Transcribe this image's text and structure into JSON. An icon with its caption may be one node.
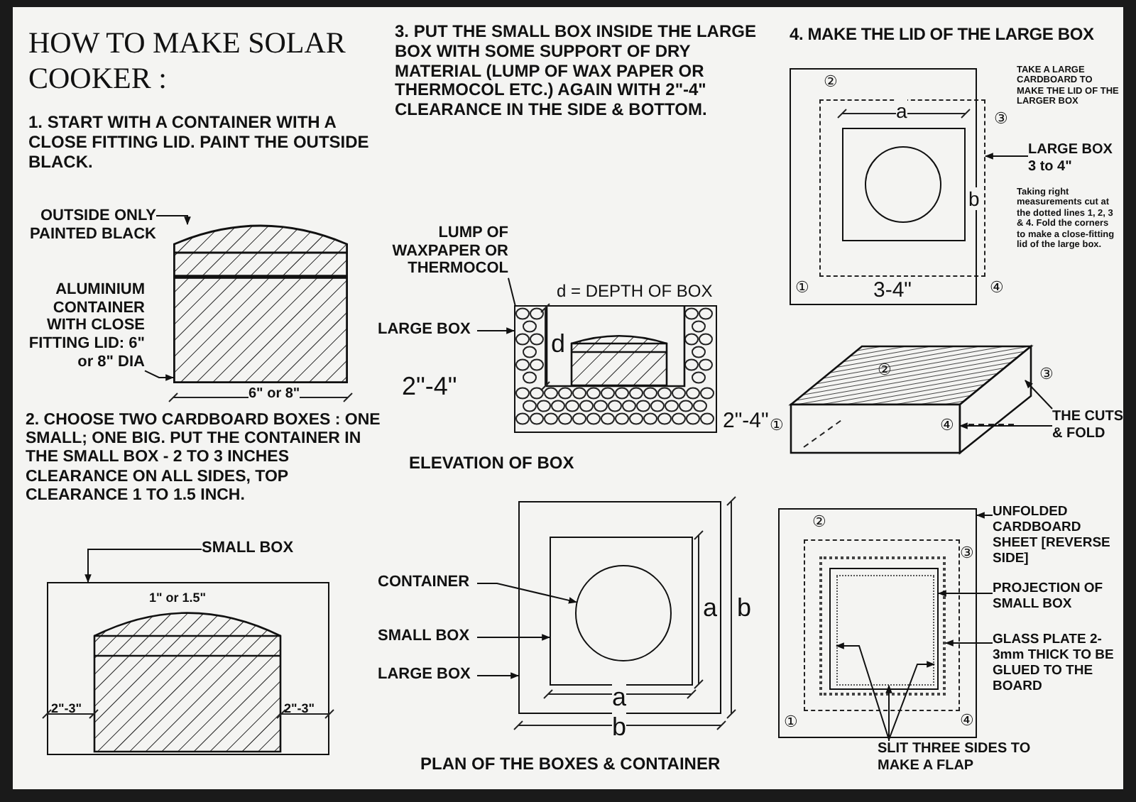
{
  "diagram": {
    "title": "HOW TO MAKE SOLAR COOKER :",
    "nodes": [
      {
        "text": [
          "OUTSIDE ONLY PAINTED BLACK"
        ]
      },
      {
        "text": [],
        "shape": "box"
      },
      {
        "text": [
          "ALUMINIUM CONTAINER WITH CLOSE FITTING LID: 6\" or 8\" DIA"
        ]
      },
      {
        "text": [],
        "shape": "box"
      },
      {
        "text": [
          "SMALL BOX"
        ]
      },
      {
        "text": [],
        "shape": "box"
      },
      {
        "text": [
          "LUMP OF WAXPAPER OR THERMOCOL"
        ]
      },
      {
        "text": [],
        "shape": "picture",
        "in": 9
      },
      {
        "text": [
          "LARGE BOX"
        ]
      },
      {
        "text": [],
        "shape": "box"
      },
      {
        "text": [
          "CONTAINER"
        ]
      },
      {
        "text": [],
        "shape": "circle",
        "in": 13
      },
      {
        "text": [
          "SMALL BOX"
        ]
      },
      {
        "text": [],
        "shape": "box",
        "in": 15
      },
      {
        "text": [
          "LARGE BOX"
        ]
      },
      {
        "text": [],
        "shape": "box"
      },
      {
        "text": [
          "LARGE BOX 3 to 4\""
        ]
      },
      {
        "text": [],
        "shape": "box"
      },
      {
        "text": [
          "THE CUTS & FOLD"
        ]
      },
      {
        "text": [],
        "shape": "picture"
      },
      {
        "text": [
          "UNFOLDED CARDBOARD SHEET [REVERSE SIDE]"
        ]
      },
      {
        "text": [],
        "shape": "box"
      },
      {
        "text": [
          "PROJECTION OF SMALL BOX"
        ]
      },
      {
        "text": [],
        "shape": "box",
        "in": 25
      },
      {
        "text": [
          "GLASS PLATE 2-3mm THICK TO BE GLUED TO THE BOARD"
        ]
      },
      {
        "text": [],
        "shape": "box",
        "in": 21
      },
      {
        "text": [
          "SLIT THREE SIDES TO MAKE A FLAP"
        ]
      },
      {
        "text": [],
        "shape": "box",
        "in": 23
      }
    ],
    "edges": [
      {
        "from": 0,
        "to": 1,
        "arrow": "to"
      },
      {
        "from": 2,
        "to": 3,
        "arrow": "to"
      },
      {
        "from": 4,
        "to": 5,
        "arrow": "to"
      },
      {
        "from": 6,
        "to": 7,
        "arrow": "none"
      },
      {
        "from": 8,
        "to": 9,
        "arrow": "to"
      },
      {
        "from": 10,
        "to": 11,
        "arrow": "to"
      },
      {
        "from": 12,
        "to": 13,
        "arrow": "to"
      },
      {
        "from": 14,
        "to": 15,
        "arrow": "to"
      },
      {
        "from": 16,
        "to": 17,
        "arrow": "to"
      },
      {
        "from": 18,
        "to": 19,
        "arrow": "to"
      },
      {
        "from": 18,
        "to": 19,
        "arrow": "to"
      },
      {
        "from": 20,
        "to": 21,
        "arrow": "to"
      },
      {
        "from": 22,
        "to": 23,
        "arrow": "to"
      },
      {
        "from": 24,
        "to": 25,
        "arrow": "to"
      },
      {
        "from": 26,
        "to": 27,
        "arrow": "to"
      },
      {
        "from": 26,
        "to": 27,
        "arrow": "to"
      },
      {
        "from": 26,
        "to": 27,
        "arrow": "to"
      }
    ],
    "labels": [
      "1. START WITH A CONTAINER WITH A CLOSE FITTING LID. PAINT THE OUTSIDE BLACK.",
      "6\" or 8\"",
      "2. CHOOSE TWO CARDBOARD BOXES : ONE SMALL; ONE BIG. PUT THE CONTAINER IN THE SMALL BOX - 2 TO 3 INCHES CLEARANCE ON ALL SIDES, TOP CLEARANCE 1 TO 1.5 INCH.",
      "1\" or 1.5\"",
      "2\"-3\"",
      "2\"-3\"",
      "3. PUT THE SMALL BOX INSIDE THE LARGE BOX WITH SOME SUPPORT OF DRY MATERIAL (LUMP OF WAX PAPER OR THERMOCOL ETC.) AGAIN WITH 2\"-4\" CLEARANCE IN THE SIDE & BOTTOM.",
      "d = DEPTH OF BOX",
      "d",
      "2\"-4\"",
      "2\"-4\"",
      "ELEVATION OF BOX",
      "a",
      "b",
      "a",
      "b",
      "PLAN OF THE BOXES & CONTAINER",
      "4. MAKE THE LID OF THE LARGE BOX",
      "TAKE A LARGE CARDBOARD TO MAKE THE LID OF THE LARGER BOX",
      "②",
      "a",
      "③",
      "b",
      "①",
      "3-4\"",
      "④",
      "Taking right measurements cut at the dotted lines 1, 2, 3 & 4. Fold the corners to make a close-fitting lid of the large box.",
      "②",
      "③",
      "①",
      "④",
      "②",
      "③",
      "①",
      "④"
    ]
  }
}
